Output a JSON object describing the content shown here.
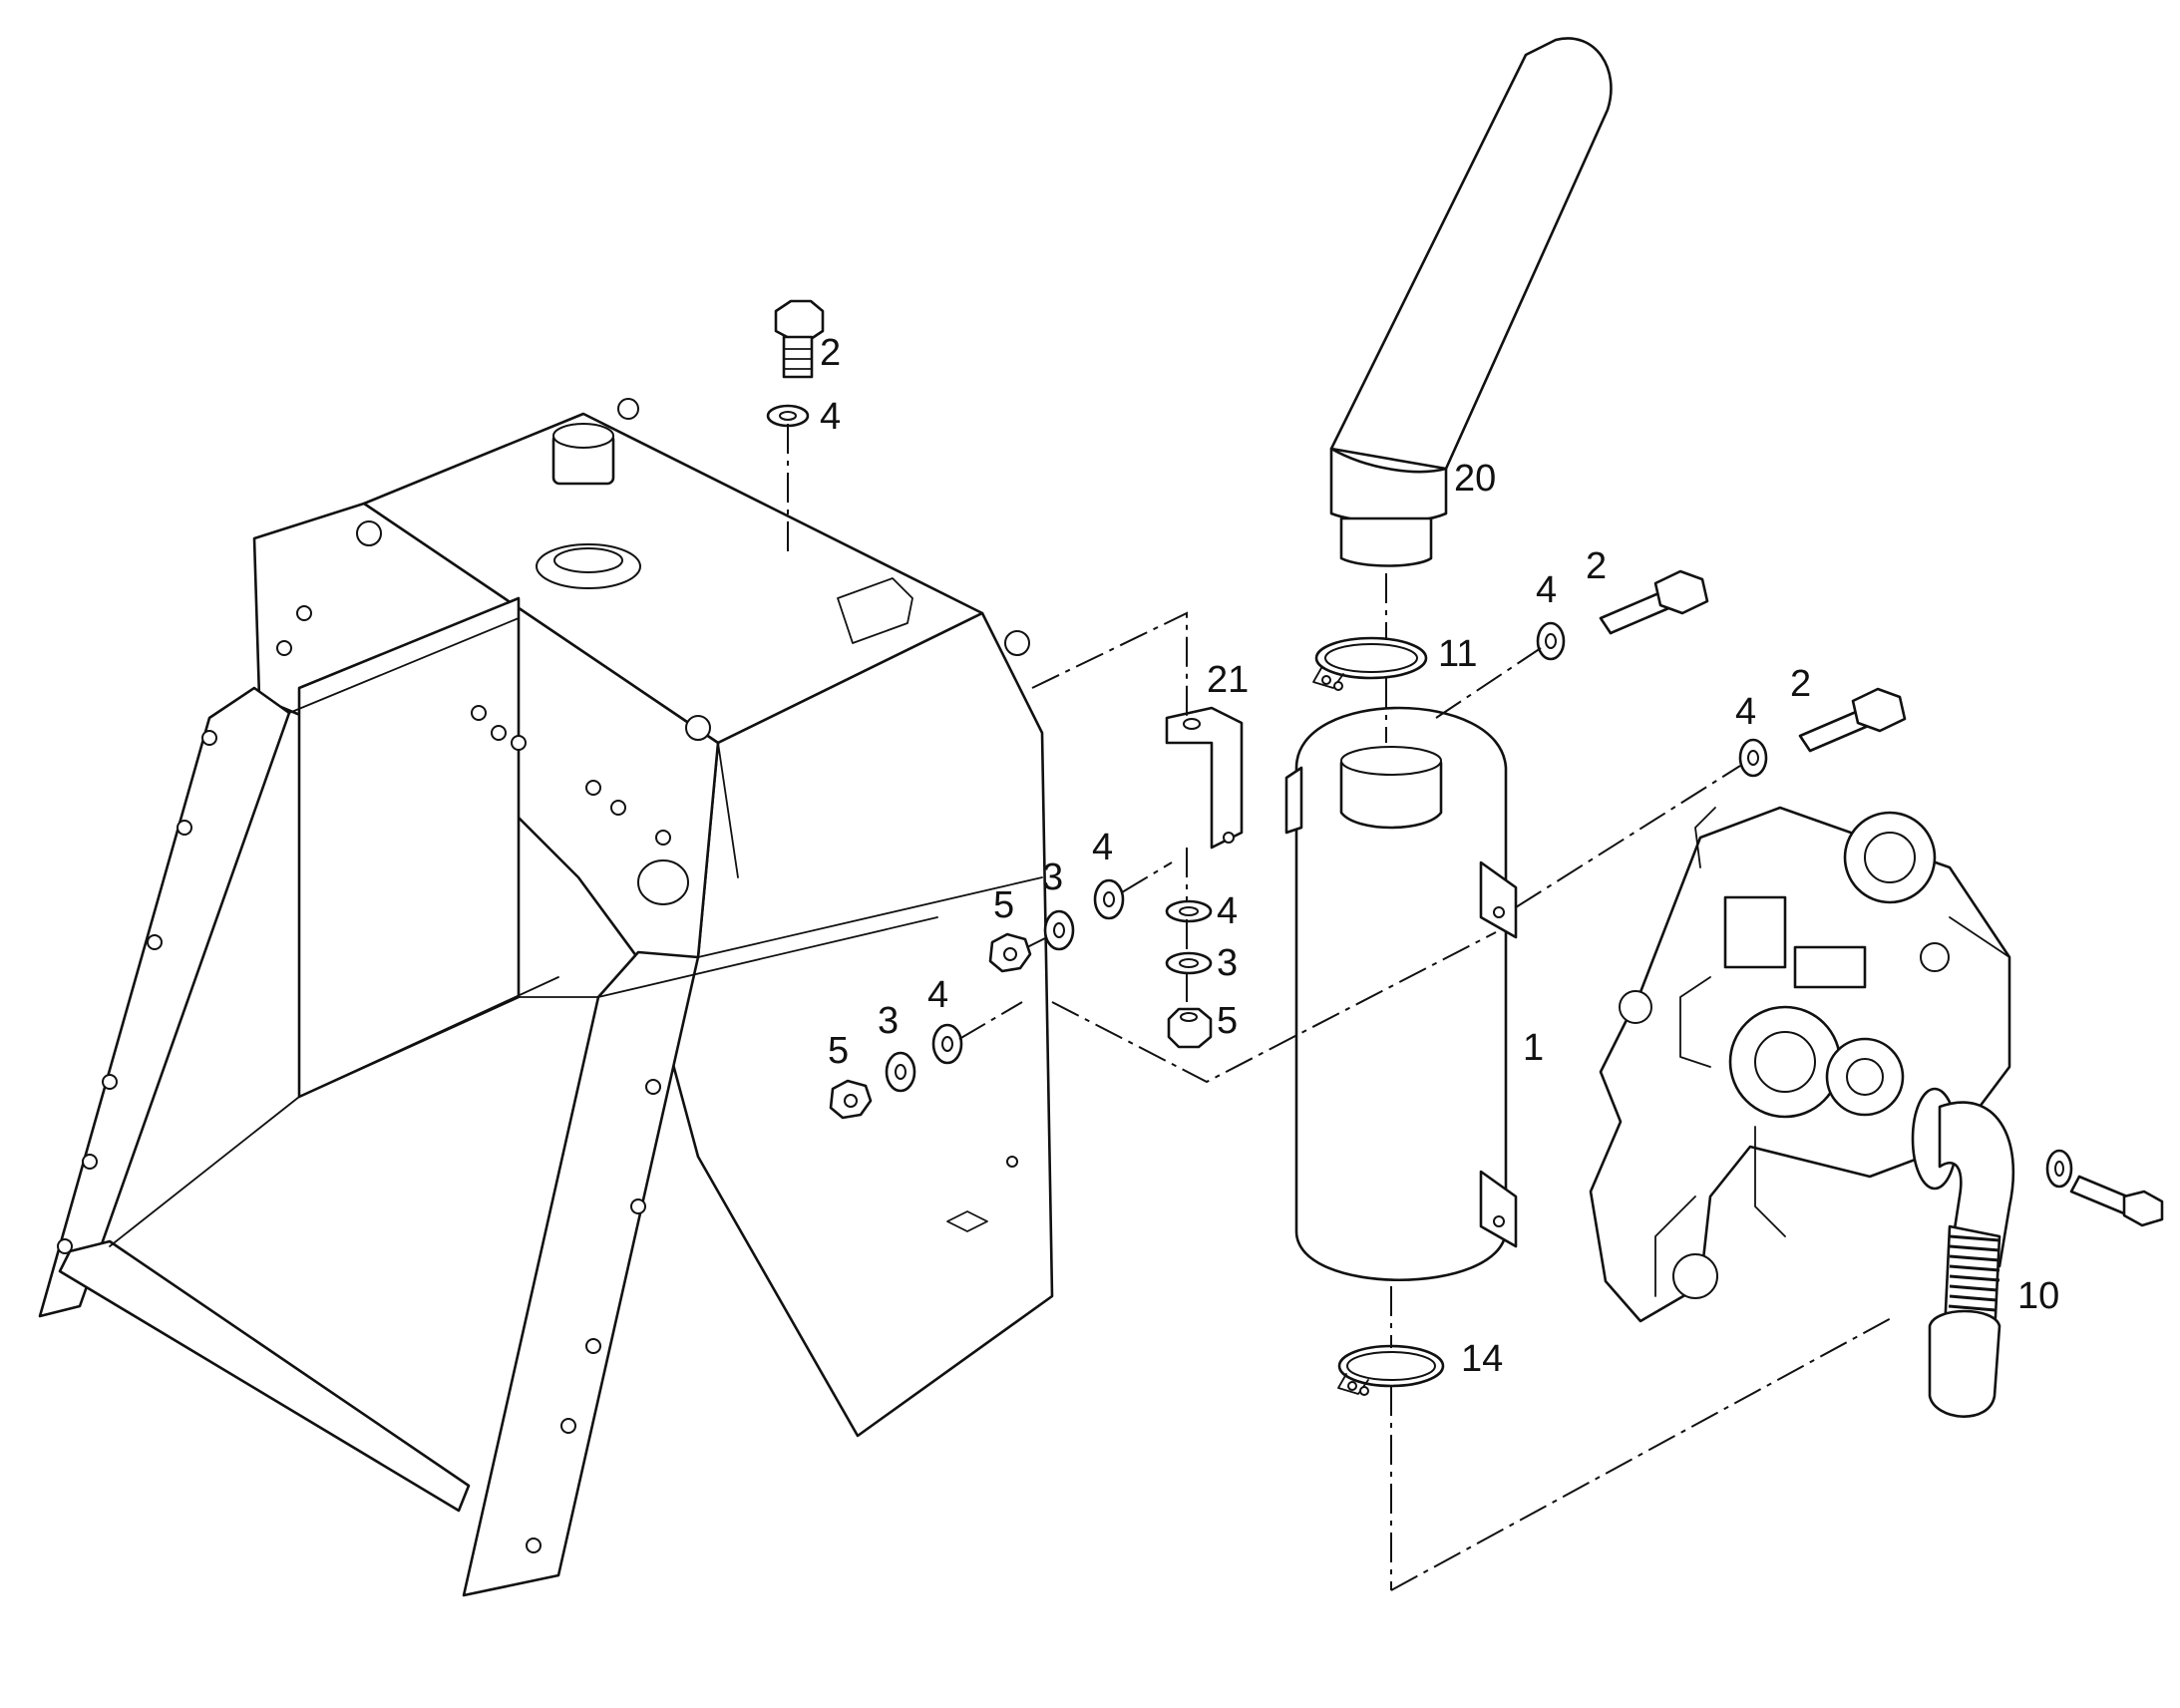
{
  "callouts": [
    {
      "id": "c-2a",
      "text": "2"
    },
    {
      "id": "c-4a",
      "text": "4"
    },
    {
      "id": "c-20",
      "text": "20"
    },
    {
      "id": "c-4b",
      "text": "4"
    },
    {
      "id": "c-2b",
      "text": "2"
    },
    {
      "id": "c-11",
      "text": "11"
    },
    {
      "id": "c-21",
      "text": "21"
    },
    {
      "id": "c-2c",
      "text": "2"
    },
    {
      "id": "c-4c",
      "text": "4"
    },
    {
      "id": "c-4d",
      "text": "4"
    },
    {
      "id": "c-3a",
      "text": "3"
    },
    {
      "id": "c-5a",
      "text": "5"
    },
    {
      "id": "c-4e",
      "text": "4"
    },
    {
      "id": "c-3b",
      "text": "3"
    },
    {
      "id": "c-5b",
      "text": "5"
    },
    {
      "id": "c-1",
      "text": "1"
    },
    {
      "id": "c-4f",
      "text": "4"
    },
    {
      "id": "c-3c",
      "text": "3"
    },
    {
      "id": "c-5c",
      "text": "5"
    },
    {
      "id": "c-10",
      "text": "10"
    },
    {
      "id": "c-14",
      "text": "14"
    }
  ]
}
